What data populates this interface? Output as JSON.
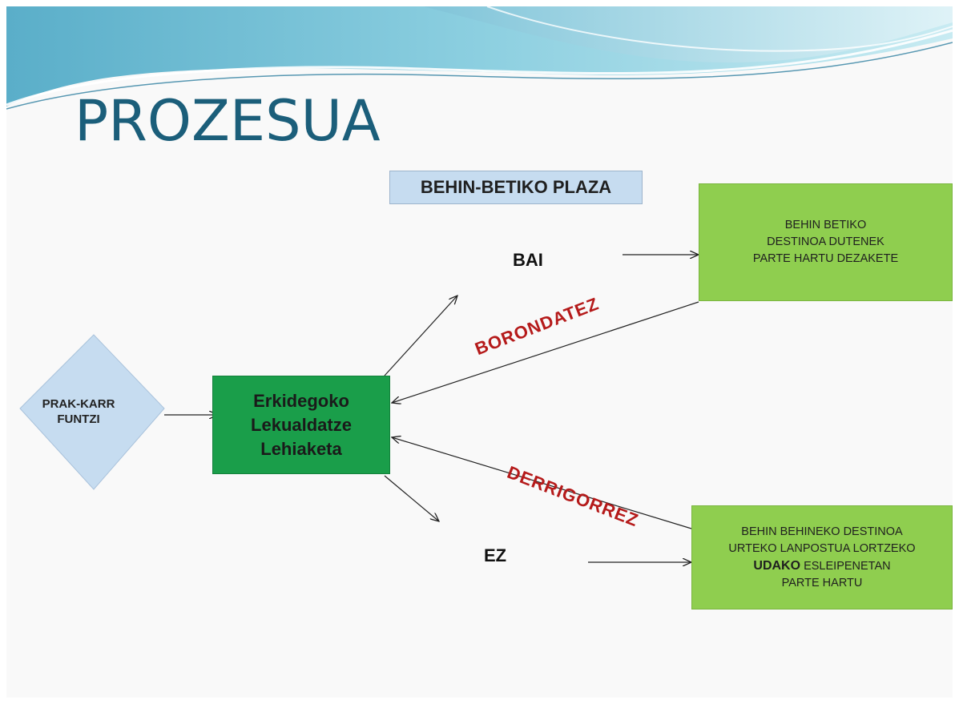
{
  "slide": {
    "title": "PROZESUA",
    "plaza_label": "BEHIN-BETIKO PLAZA"
  },
  "diagram": {
    "start_node": {
      "line1": "PRAK-KARR",
      "line2": "FUNTZI"
    },
    "main_node": {
      "line1": "Erkidegoko",
      "line2": "Lekualdatze",
      "line3": "Lehiaketa"
    },
    "yes_label": "BAI",
    "no_label": "EZ",
    "voluntary_label": "BORONDATEZ",
    "mandatory_label": "DERRIGORREZ",
    "yes_result": {
      "line1": "BEHIN BETIKO",
      "line2": "DESTINOA DUTENEK",
      "line3": "PARTE HARTU DEZAKETE"
    },
    "no_result": {
      "line1": "BEHIN BEHINEKO DESTINOA",
      "line2": "URTEKO LANPOSTUA LORTZEKO",
      "line3_bold": "UDAKO",
      "line3_rest": " ESLEIPENETAN",
      "line4": "PARTE HARTU"
    }
  },
  "colors": {
    "title": "#1b5e7a",
    "main_node": "#1a9e4a",
    "result_nodes": "#8fce4f",
    "diamond": "#c6dcf0",
    "diagonal_labels": "#b51a1a"
  }
}
